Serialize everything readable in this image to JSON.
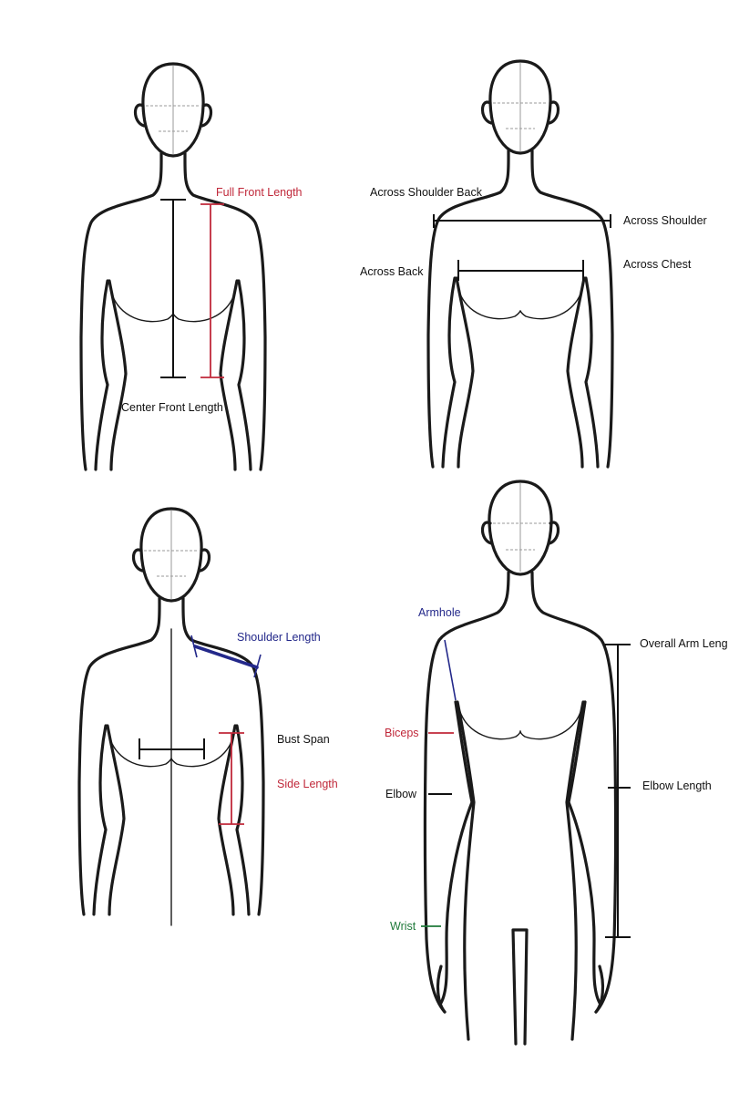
{
  "labels": {
    "full_front_length": "Full Front Length",
    "center_front_length": "Center Front Length",
    "across_shoulder_back": "Across Shoulder Back",
    "across_shoulder": "Across Shoulder",
    "across_back": "Across Back",
    "across_chest": "Across Chest",
    "shoulder_length": "Shoulder Length",
    "bust_span": "Bust Span",
    "side_length": "Side Length",
    "armhole": "Armhole",
    "overall_arm_length": "Overall Arm Leng",
    "biceps": "Biceps",
    "elbow": "Elbow",
    "elbow_length": "Elbow Length",
    "wrist": "Wrist"
  },
  "colors": {
    "black": "#111111",
    "red": "#c0283a",
    "navy": "#23288a",
    "green": "#1f7a3a"
  }
}
